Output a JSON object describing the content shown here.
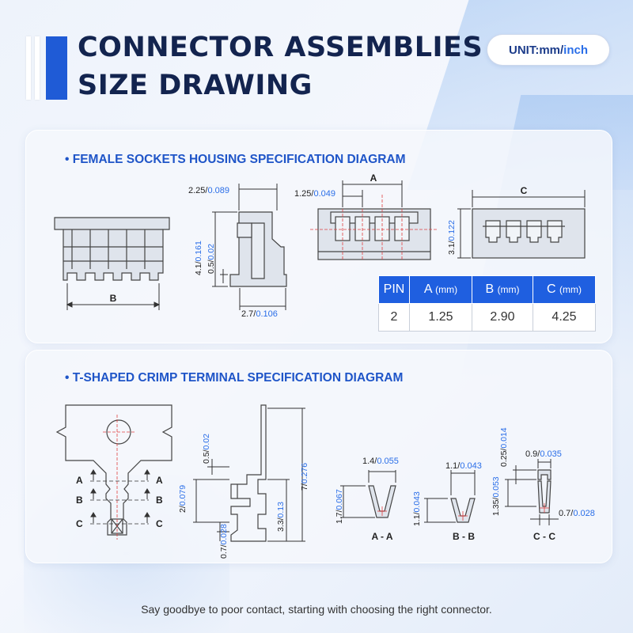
{
  "header": {
    "title_line1": "CONNECTOR ASSEMBLIES",
    "title_line2": "SIZE DRAWING",
    "unit_prefix": "UNIT: ",
    "unit_mm": "mm",
    "unit_slash": "/",
    "unit_inch": "inch"
  },
  "section1": {
    "title": "• FEMALE SOCKETS HOUSING SPECIFICATION DIAGRAM",
    "front_label_b": "B",
    "side_width_mm": "2.25/",
    "side_width_in": "0.089",
    "side_height_mm": "4.1/",
    "side_height_in": "0.161",
    "side_step_mm": "0.5/",
    "side_step_in": "0.02",
    "side_base_mm": "2.7/",
    "side_base_in": "0.106",
    "top_label_a": "A",
    "top_pitch_mm": "1.25/",
    "top_pitch_in": "0.049",
    "rear_label_c": "C",
    "rear_height_mm": "3.1/",
    "rear_height_in": "0.122",
    "table": {
      "headers": [
        {
          "name": "PIN",
          "unit": ""
        },
        {
          "name": "A",
          "unit": "(mm)"
        },
        {
          "name": "B",
          "unit": "(mm)"
        },
        {
          "name": "C",
          "unit": "(mm)"
        }
      ],
      "rows": [
        [
          "2",
          "1.25",
          "2.90",
          "4.25"
        ]
      ]
    }
  },
  "section2": {
    "title": "• T-SHAPED CRIMP TERMINAL SPECIFICATION DIAGRAM",
    "sec_labels": [
      "A",
      "B",
      "C"
    ],
    "dim_05_mm": "0.5/",
    "dim_05_in": "0.02",
    "dim_2_mm": "2/",
    "dim_2_in": "0.079",
    "dim_07v_mm": "0.7/",
    "dim_07v_in": "0.028",
    "dim_33_mm": "3.3/",
    "dim_33_in": "0.13",
    "dim_7_mm": "7/",
    "dim_7_in": "0.276",
    "aa_width_mm": "1.4/",
    "aa_width_in": "0.055",
    "aa_height_mm": "1.7/",
    "aa_height_in": "0.067",
    "aa_label": "A - A",
    "bb_width_mm": "1.1/",
    "bb_width_in": "0.043",
    "bb_height_mm": "1.1/",
    "bb_height_in": "0.043",
    "bb_label": "B - B",
    "cc_top_mm": "0.25/",
    "cc_top_in": "0.014",
    "cc_width_mm": "0.9/",
    "cc_width_in": "0.035",
    "cc_height_mm": "1.35/",
    "cc_height_in": "0.053",
    "cc_bottom_mm": "0.7/",
    "cc_bottom_in": "0.028",
    "cc_label": "C - C"
  },
  "footer": {
    "tagline": "Say goodbye to poor contact, starting with choosing the right connector."
  },
  "colors": {
    "accent_blue": "#1f5fe0",
    "title_navy": "#13244f",
    "dim_blue": "#2a6ee8",
    "section_blue": "#1f55c8",
    "centerline_red": "#e04040"
  }
}
